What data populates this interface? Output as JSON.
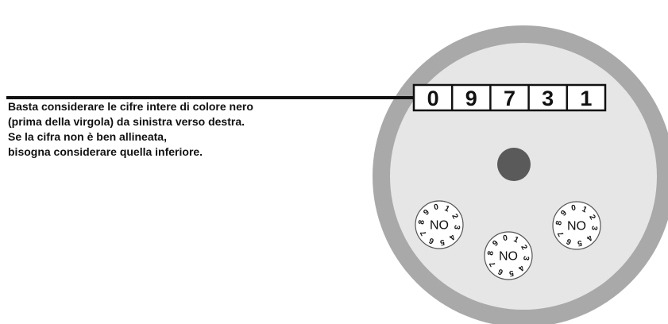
{
  "instruction": {
    "lines": [
      "Basta considerare le cifre intere di colore nero",
      "(prima della virgola) da sinistra verso destra.",
      "Se la cifra non è ben allineata,",
      "bisogna considerare quella inferiore."
    ]
  },
  "meter": {
    "odometer_digits": [
      "0",
      "9",
      "7",
      "3",
      "1"
    ],
    "dials": [
      {
        "label": "NO",
        "scale": [
          "0",
          "1",
          "2",
          "3",
          "4",
          "5",
          "6",
          "7",
          "8",
          "9"
        ]
      },
      {
        "label": "NO",
        "scale": [
          "0",
          "1",
          "2",
          "3",
          "4",
          "5",
          "6",
          "7",
          "8",
          "9"
        ]
      },
      {
        "label": "NO",
        "scale": [
          "0",
          "1",
          "2",
          "3",
          "4",
          "5",
          "6",
          "7",
          "8",
          "9"
        ]
      }
    ]
  },
  "colors": {
    "outer_ring": "#a9a9a9",
    "face": "#e6e6e6",
    "center_dot": "#5a5a5a",
    "leader_line": "#111111",
    "text": "#111111",
    "dial_face": "#ffffff"
  }
}
